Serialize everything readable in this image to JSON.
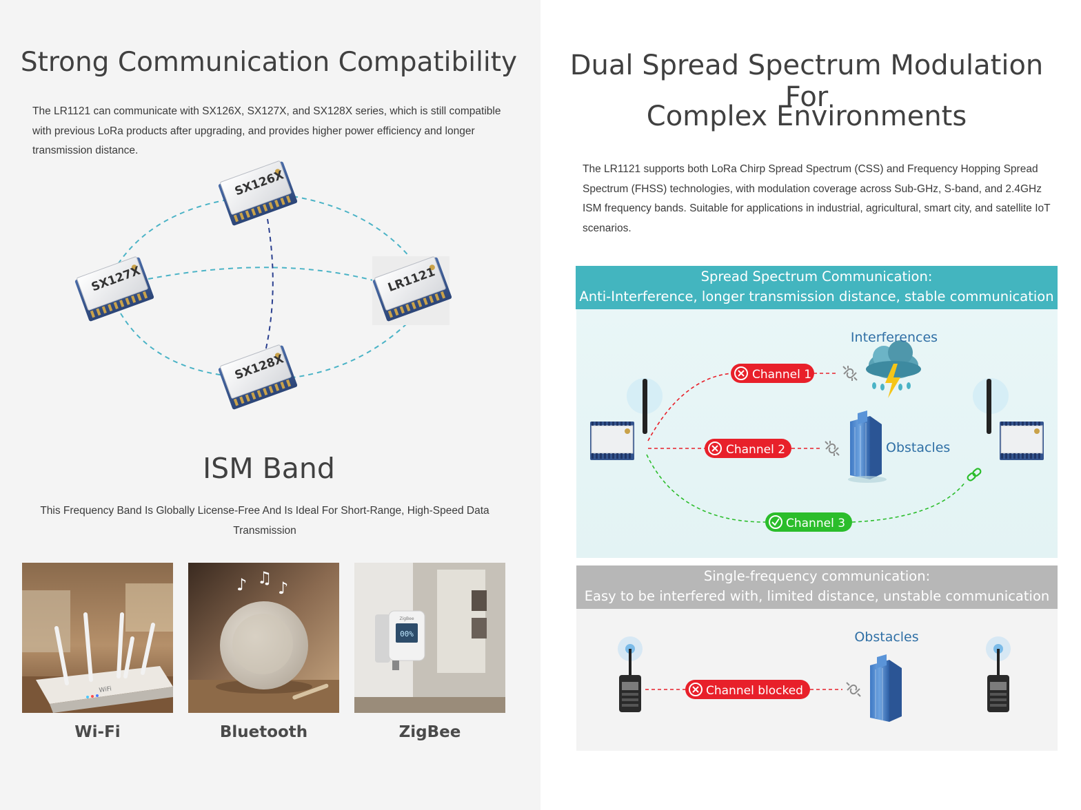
{
  "left": {
    "compat": {
      "title": "Strong Communication Compatibility",
      "paragraph": "The LR1121 can communicate with SX126X, SX127X, and SX128X series, which is still compatible with previous LoRa products after upgrading, and provides higher power efficiency and longer transmission distance.",
      "chips": [
        "SX126X",
        "SX127X",
        "LR1121",
        "SX128X"
      ]
    },
    "ism": {
      "title": "ISM Band",
      "paragraph": "This Frequency Band Is Globally License-Free And Is Ideal For Short-Range, High-Speed Data Transmission",
      "items": [
        {
          "label": "Wi-Fi",
          "router_text": "WiFi"
        },
        {
          "label": "Bluetooth"
        },
        {
          "label": "ZigBee",
          "device_brand": "ZigBee",
          "device_readout": "00%"
        }
      ]
    }
  },
  "right": {
    "title_line1": "Dual Spread Spectrum Modulation For",
    "title_line2": "Complex Environments",
    "paragraph": "The LR1121 supports both LoRa Chirp Spread Spectrum (CSS) and Frequency Hopping Spread Spectrum (FHSS) technologies, with modulation coverage across Sub-GHz, S-band, and 2.4GHz ISM frequency bands. Suitable for applications in industrial, agricultural, smart city, and satellite IoT scenarios.",
    "spread": {
      "banner_line1": "Spread Spectrum Communication:",
      "banner_line2": "Anti-Interference, longer transmission distance, stable communication",
      "interferences_label": "Interferences",
      "obstacles_label": "Obstacles",
      "channels": [
        {
          "label": "Channel 1",
          "status": "blocked"
        },
        {
          "label": "Channel 2",
          "status": "blocked"
        },
        {
          "label": "Channel 3",
          "status": "ok"
        }
      ]
    },
    "single": {
      "banner_line1": "Single-frequency communication:",
      "banner_line2": "Easy to be interfered with, limited distance, unstable communication",
      "obstacles_label": "Obstacles",
      "channel_label": "Channel blocked"
    }
  },
  "colors": {
    "teal": "#43b5bf",
    "grey_banner": "#b7b7b7",
    "blocked_red": "#e8202a",
    "ok_green": "#2bbd2b",
    "label_blue": "#2f6fa5",
    "link_teal": "#4ab3c6",
    "link_navy": "#2a3f8f"
  }
}
